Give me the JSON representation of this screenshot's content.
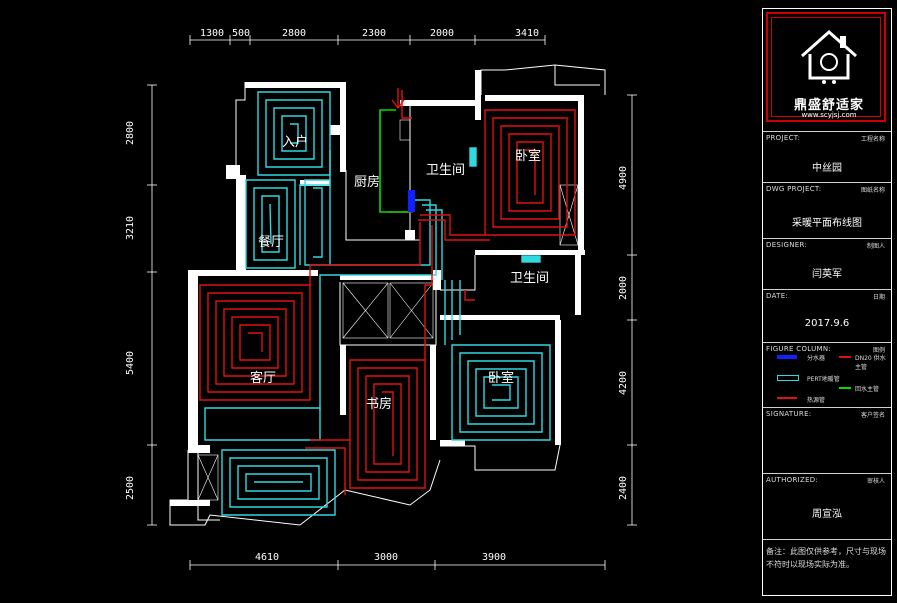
{
  "plan": {
    "rooms": {
      "entry": "入户",
      "kitchen": "厨房",
      "bath1": "卫生间",
      "bedroom1": "卧室",
      "dining": "餐厅",
      "bath2": "卫生间",
      "living": "客厅",
      "study": "书房",
      "bedroom2": "卧室"
    },
    "dims_top": [
      "1300",
      "500",
      "2800",
      "2300",
      "2000",
      "3410"
    ],
    "dims_bottom": [
      "4610",
      "3000",
      "3900"
    ],
    "dims_left": [
      "2800",
      "3210",
      "5400",
      "2500"
    ],
    "dims_right": [
      "4900",
      "2000",
      "4200",
      "2400"
    ],
    "colors": {
      "hot_pipe": "#e01010",
      "return_pipe": "#30d8e0",
      "supply_main": "#00e000",
      "manifold": "#1020ff",
      "wall": "#ffffff"
    }
  },
  "panel": {
    "logo_text": "鼎盛舒适家",
    "logo_url": "www.scyjsj.com",
    "project_label": "PROJECT:",
    "project_small": "工程名称",
    "project_value": "中丝园",
    "dwg_label": "DWG PROJECT:",
    "dwg_small": "图纸名称",
    "dwg_value": "采暖平面布线图",
    "designer_label": "DESIGNER:",
    "designer_small": "制图人",
    "designer_value": "闫英军",
    "date_label": "DATE:",
    "date_small": "日期",
    "date_value": "2017.9.6",
    "figure_label": "FIGURE COLUMN:",
    "figure_small": "图例",
    "legend": [
      {
        "text": "分水器",
        "icon": "manifold-icon"
      },
      {
        "text": "DN20 供水主管",
        "icon": "supply-line-icon"
      },
      {
        "text": "PERT地暖管",
        "icon": "pipe-icon"
      },
      {
        "text": "回水主管",
        "icon": "return-line-icon"
      },
      {
        "text": "热源管",
        "icon": "heat-source-icon"
      }
    ],
    "signature_label": "SIGNATURE:",
    "signature_small": "客户签名",
    "authorized_label": "AUTHORIZED:",
    "authorized_small": "审核人",
    "authorized_value": "周宣泓",
    "note": "备注：此图仅供参考，尺寸与现场不符时以现场实际为准。"
  }
}
